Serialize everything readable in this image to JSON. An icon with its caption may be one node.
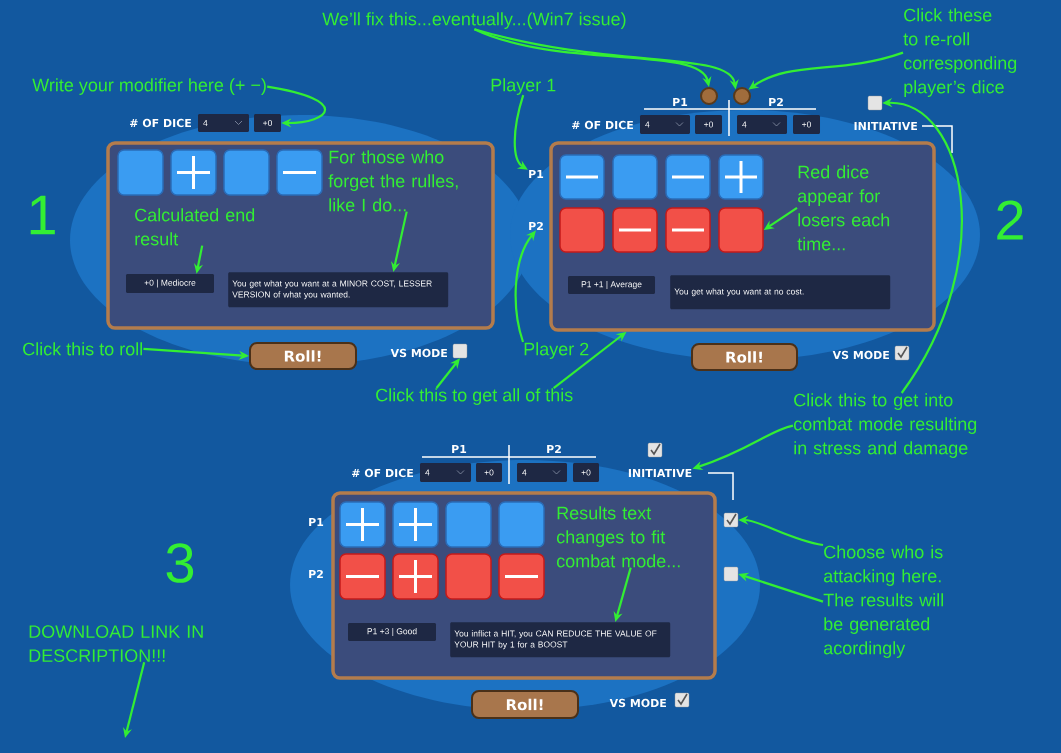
{
  "diagram": {
    "nodes": [
      {
        "text": [
          "Write your modifier here (+ −)"
        ]
      },
      {
        "text": [
          "Player 1"
        ]
      },
      {
        "text": [
          "We’ll fix this...eventually...(Win7 issue)"
        ]
      },
      {
        "text": [
          "Click these to re-roll corresponding player’s dice"
        ]
      },
      {
        "text": [],
        "shape": "box"
      },
      {
        "text": [
          "4"
        ]
      },
      {
        "text": [
          "+0"
        ]
      },
      {
        "text": [
          "+0 | Mediocre"
        ],
        "in": 4
      },
      {
        "text": [
          "You get what you want at a MINOR COST, LESSER VERSION of what you wanted."
        ],
        "in": 4
      },
      {
        "text": [
          "For those who forget the rulles, like I do..."
        ],
        "in": 4
      },
      {
        "text": [
          "Calculated end result"
        ],
        "in": 4
      },
      {
        "text": [
          "Roll!"
        ]
      },
      {
        "text": [],
        "shape": "box"
      },
      {
        "text": [
          "Click this to roll"
        ]
      },
      {
        "text": [],
        "shape": "box"
      },
      {
        "text": [],
        "shape": "circle"
      },
      {
        "text": [],
        "shape": "circle"
      },
      {
        "text": [
          "4"
        ]
      },
      {
        "text": [
          "+0"
        ]
      },
      {
        "text": [
          "4"
        ]
      },
      {
        "text": [
          "+0"
        ]
      },
      {
        "text": [],
        "shape": "box"
      },
      {
        "text": [
          "P1"
        ]
      },
      {
        "text": [
          "P2"
        ]
      },
      {
        "text": [],
        "shape": "box",
        "in": 14
      },
      {
        "text": [
          "Red dice appear for losers each time..."
        ],
        "in": 14
      },
      {
        "text": [
          "P1 +1 | Average"
        ],
        "in": 14
      },
      {
        "text": [
          "You get what you want at no cost."
        ],
        "in": 14
      },
      {
        "text": [
          "Roll!"
        ]
      },
      {
        "text": [
          "Player 2"
        ]
      },
      {
        "text": [
          "Click this to get all of this"
        ]
      },
      {
        "text": [
          "Click this to get into combat mode resulting in stress and damage"
        ]
      },
      {
        "text": [],
        "shape": "box"
      },
      {
        "text": [
          "4"
        ]
      },
      {
        "text": [
          "+0"
        ]
      },
      {
        "text": [
          "4"
        ]
      },
      {
        "text": [
          "+0"
        ]
      },
      {
        "text": [
          "INITIATIVE"
        ]
      },
      {
        "text": [
          "Results text changes to fit combat mode..."
        ],
        "in": 32
      },
      {
        "text": [
          "P1 +3 | Good"
        ],
        "in": 32
      },
      {
        "text": [
          "You inflict a HIT, you CAN REDUCE THE VALUE OF YOUR HIT by 1 for a BOOST"
        ],
        "in": 32
      },
      {
        "text": [],
        "shape": "box"
      },
      {
        "text": [],
        "shape": "box"
      },
      {
        "text": [
          "Choose who is attacking here. The results will be generated acordingly"
        ]
      },
      {
        "text": [
          "Roll!"
        ]
      },
      {
        "text": [
          "DOWNLOAD LINK IN DESCRIPTION!!!"
        ]
      },
      {
        "text": [],
        "shape": "box",
        "in": 4
      },
      {
        "text": [],
        "shape": "box",
        "in": 4
      },
      {
        "text": [],
        "shape": "box",
        "in": 4
      },
      {
        "text": [],
        "shape": "box",
        "in": 4
      },
      {
        "text": [],
        "shape": "box",
        "in": 14
      },
      {
        "text": [],
        "shape": "box",
        "in": 14
      },
      {
        "text": [],
        "shape": "box",
        "in": 14
      },
      {
        "text": [],
        "shape": "box",
        "in": 14
      },
      {
        "text": [],
        "shape": "box",
        "in": 14
      },
      {
        "text": [],
        "shape": "box",
        "in": 14
      },
      {
        "text": [],
        "shape": "box",
        "in": 14
      },
      {
        "text": [],
        "shape": "box",
        "in": 32
      },
      {
        "text": [],
        "shape": "box",
        "in": 32
      },
      {
        "text": [],
        "shape": "box",
        "in": 32
      },
      {
        "text": [],
        "shape": "box",
        "in": 32
      },
      {
        "text": [],
        "shape": "box",
        "in": 32
      },
      {
        "text": [],
        "shape": "box",
        "in": 32
      },
      {
        "text": [],
        "shape": "box",
        "in": 32
      },
      {
        "text": [],
        "shape": "box",
        "in": 32
      },
      {
        "text": [],
        "shape": "box"
      },
      {
        "text": [],
        "shape": "box"
      },
      {
        "text": [],
        "shape": "box"
      }
    ],
    "edges": [
      {
        "from": 0,
        "to": 6,
        "arrow": "to"
      },
      {
        "from": 2,
        "to": 15,
        "arrow": "to"
      },
      {
        "from": 2,
        "to": 16,
        "arrow": "to"
      },
      {
        "from": 3,
        "to": 16,
        "arrow": "to"
      },
      {
        "from": 9,
        "to": 8,
        "arrow": "to"
      },
      {
        "from": 10,
        "to": 7,
        "arrow": "to"
      },
      {
        "from": 13,
        "to": 11,
        "arrow": "to"
      },
      {
        "from": 30,
        "to": 12,
        "arrow": "to"
      },
      {
        "from": 1,
        "to": 22,
        "arrow": "to"
      },
      {
        "from": 29,
        "to": 23,
        "arrow": "to"
      },
      {
        "from": 30,
        "to": 14,
        "arrow": "to"
      },
      {
        "from": 25,
        "to": 24,
        "arrow": "to"
      },
      {
        "from": 31,
        "to": 21,
        "arrow": "to"
      },
      {
        "from": 31,
        "to": 37,
        "arrow": "to"
      },
      {
        "from": 38,
        "to": 40,
        "arrow": "to"
      },
      {
        "from": 43,
        "to": 41,
        "arrow": "to"
      },
      {
        "from": 43,
        "to": 42,
        "arrow": "to"
      },
      {
        "from": 45,
        "to": null,
        "arrow": "to"
      }
    ],
    "labels": [
      "1",
      "# OF DICE",
      "VS MODE",
      "P1",
      "P2",
      "# OF DICE",
      "INITIATIVE",
      "2",
      "VS MODE",
      "P1",
      "P2",
      "# OF DICE",
      "3",
      "P1",
      "P2",
      "VS MODE"
    ]
  }
}
